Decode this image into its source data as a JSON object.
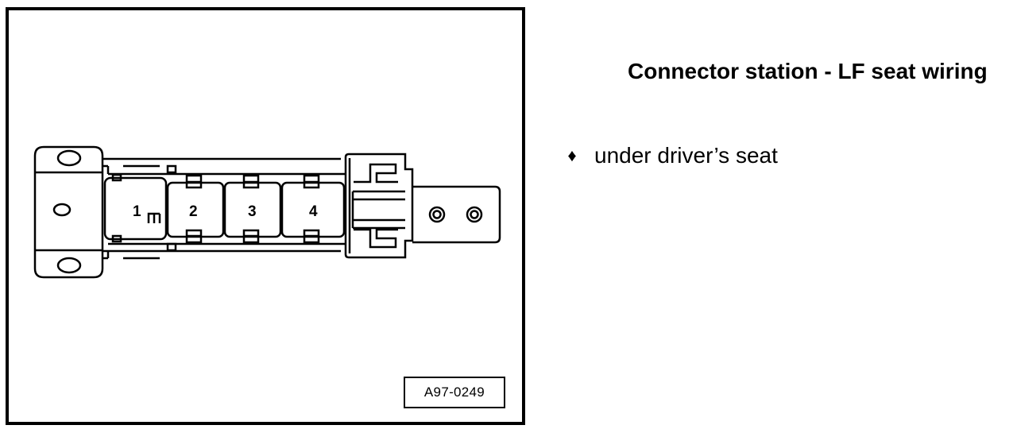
{
  "figure": {
    "id": "A97-0249",
    "connector_labels": [
      "1",
      "2",
      "3",
      "4"
    ]
  },
  "text": {
    "heading": "Connector station - LF seat wiring",
    "bullet": "under driver’s seat",
    "bullet_icon": "diamond-bullet-icon"
  }
}
